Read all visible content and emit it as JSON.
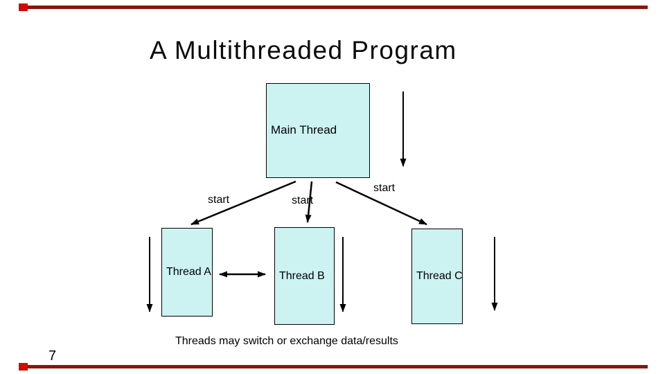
{
  "slide": {
    "title": "A Multithreaded Program",
    "caption": "Threads may switch or exchange data/results",
    "page_number": "7"
  },
  "diagram": {
    "main_thread": {
      "label": "Main Thread"
    },
    "threads": [
      {
        "label": "Thread A"
      },
      {
        "label": "Thread B"
      },
      {
        "label": "Thread C"
      }
    ],
    "start_labels": [
      "start",
      "start",
      "start"
    ]
  },
  "colors": {
    "background": "#ffffff",
    "text": "#000000",
    "box_fill": "#ccf2f2",
    "box_border": "#000000",
    "arrow": "#000000",
    "accent_square": "#d00b01",
    "accent_bar": "#8b1507"
  }
}
